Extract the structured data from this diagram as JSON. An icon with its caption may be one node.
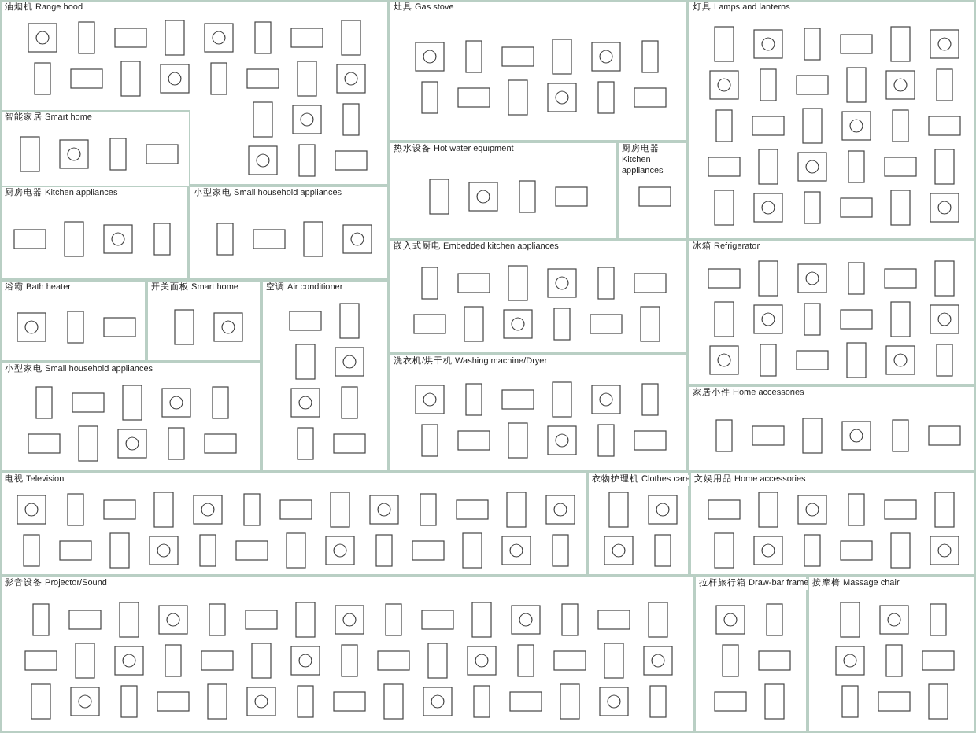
{
  "diagram": {
    "nodes": [
      {
        "text": [
          "油烟机 Range hood"
        ]
      },
      {
        "text": [
          "智能家居 Smart home"
        ],
        "in": 0
      },
      {
        "text": [
          "厨房电器 Kitchen appliances"
        ]
      },
      {
        "text": [
          "小型家电 Small household appliances"
        ]
      },
      {
        "text": [
          "浴霸 Bath heater"
        ]
      },
      {
        "text": [
          "开关面板 Smart home"
        ]
      },
      {
        "text": [
          "空调 Air conditioner"
        ]
      },
      {
        "text": [
          "小型家电 Small household appliances"
        ]
      },
      {
        "text": [
          "灶具 Gas stove"
        ]
      },
      {
        "text": [
          "热水设备 Hot water equipment"
        ]
      },
      {
        "text": [
          "厨房电器 Kitchen appliances"
        ]
      },
      {
        "text": [
          "嵌入式厨电 Embedded kitchen appliances"
        ]
      },
      {
        "text": [
          "洗衣机/烘干机 Washing machine/Dryer"
        ]
      },
      {
        "text": [
          "灯具 Lamps and lanterns"
        ]
      },
      {
        "text": [
          "冰箱 Refrigerator"
        ]
      },
      {
        "text": [
          "家居小件 Home accessories"
        ]
      },
      {
        "text": [
          "电视 Television"
        ]
      },
      {
        "text": [
          "衣物护理机 Clothes care"
        ]
      },
      {
        "text": [
          "文娱用品 Home accessories"
        ]
      },
      {
        "text": [
          "影音设备 Projector/Sound"
        ]
      },
      {
        "text": [
          "拉杆旅行箱 Draw-bar frame"
        ]
      },
      {
        "text": [
          "按摩椅 Massage chair"
        ]
      }
    ]
  }
}
